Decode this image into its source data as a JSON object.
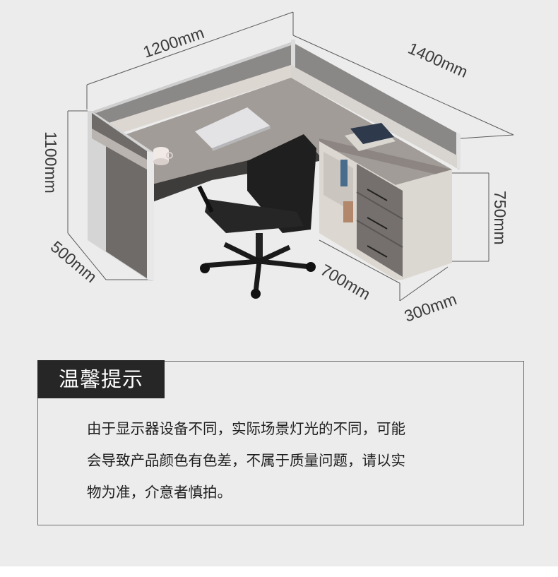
{
  "dimensions": {
    "width_top": "1200mm",
    "depth_right": "1400mm",
    "height": "1100mm",
    "cabinet_height": "750mm",
    "side_depth": "500mm",
    "desk_width": "700mm",
    "cabinet_depth": "300mm"
  },
  "notice": {
    "title": "温馨提示",
    "lines": [
      "由于显示器设备不同，实际场景灯光的不同，可能",
      "会导致产品颜色有色差，不属于质量问题，请以实",
      "物为准，介意者慎拍。"
    ]
  }
}
